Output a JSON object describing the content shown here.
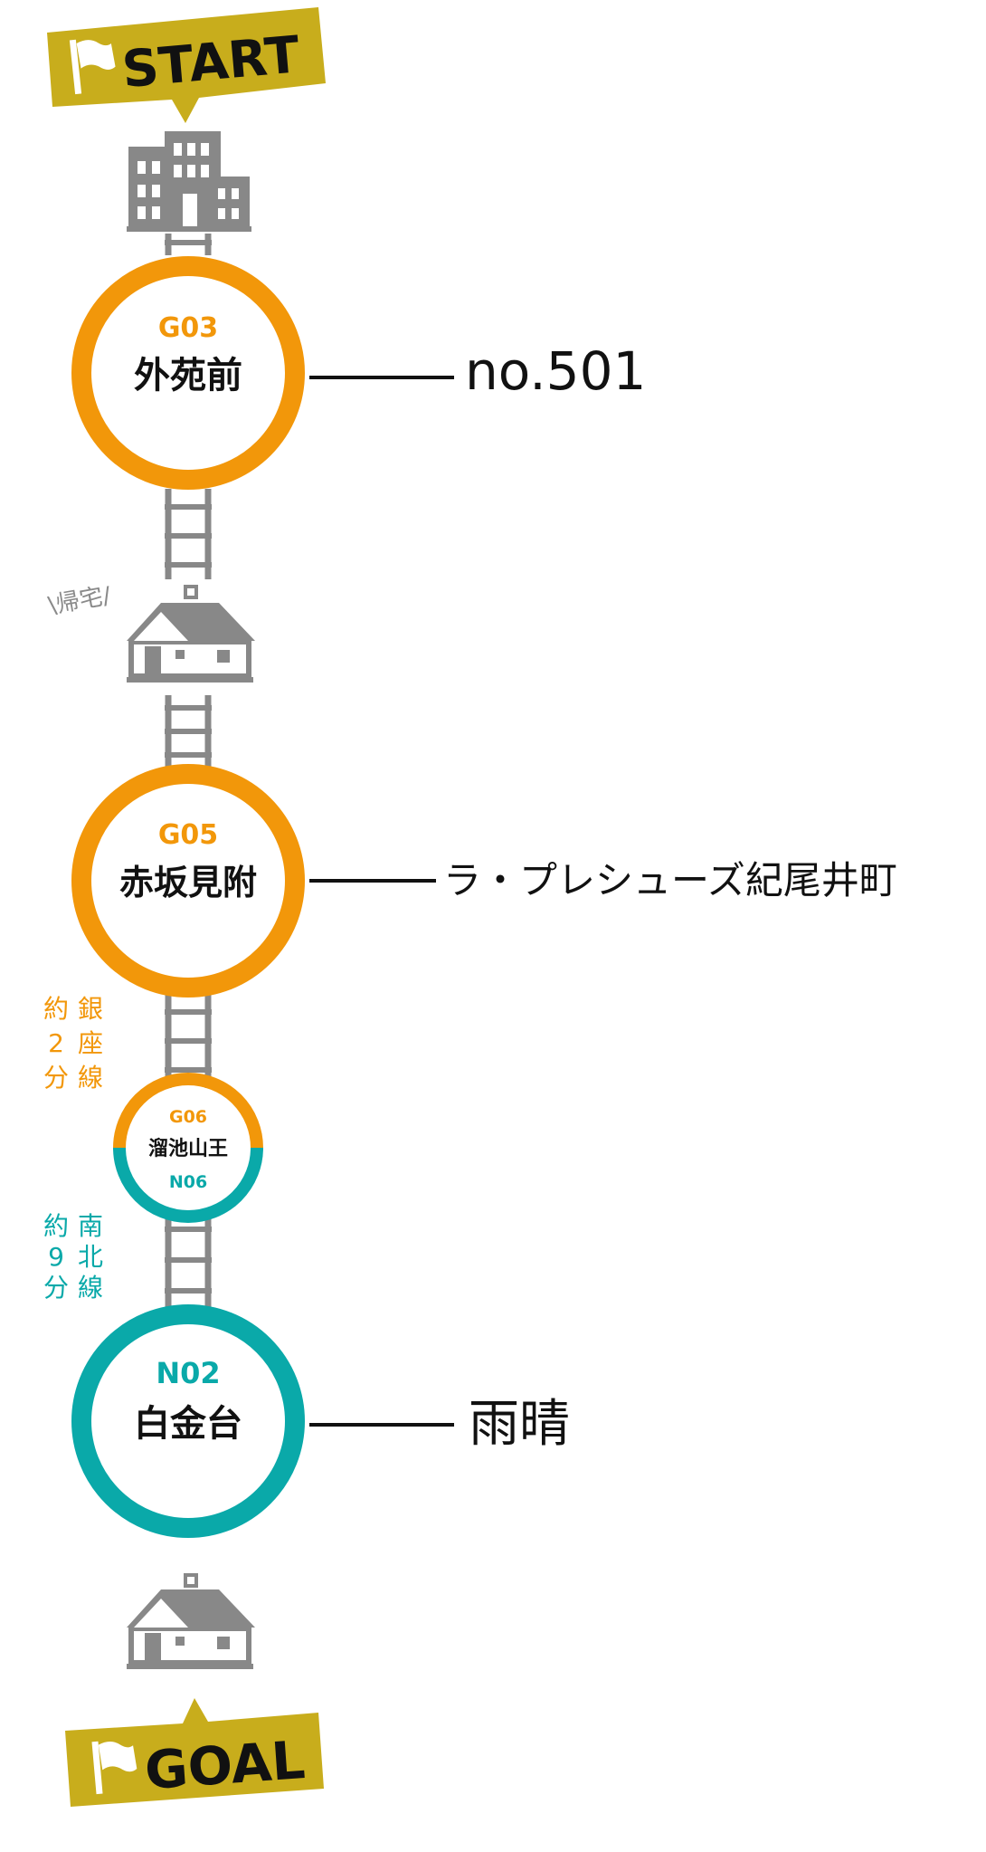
{
  "start_label": "START",
  "goal_label": "GOAL",
  "home_note": "\\帰宅/",
  "stations": [
    {
      "code": "G03",
      "name": "外苑前",
      "annotation": "no.501",
      "line": "ginza"
    },
    {
      "code": "G05",
      "name": "赤坂見附",
      "annotation": "ラ・プレシューズ紀尾井町",
      "line": "ginza"
    },
    {
      "code_top": "G06",
      "name": "溜池山王",
      "code_bottom": "N06",
      "line": "transfer"
    },
    {
      "code": "N02",
      "name": "白金台",
      "annotation": "雨晴",
      "line": "namboku"
    }
  ],
  "segments": [
    {
      "lines": [
        "約",
        "2",
        "分"
      ],
      "lines2": [
        "銀",
        "座",
        "線"
      ]
    },
    {
      "lines": [
        "約",
        "9",
        "分"
      ],
      "lines2": [
        "南",
        "北",
        "線"
      ]
    }
  ],
  "colors": {
    "ginza": "#f2970a",
    "namboku": "#0aa9a9",
    "flag": "#c8ad1c",
    "icon": "#888888",
    "track": "#888888",
    "text": "#111111",
    "note": "#8a8a8a"
  },
  "icons": [
    "flag-icon",
    "building-icon",
    "house-icon"
  ]
}
